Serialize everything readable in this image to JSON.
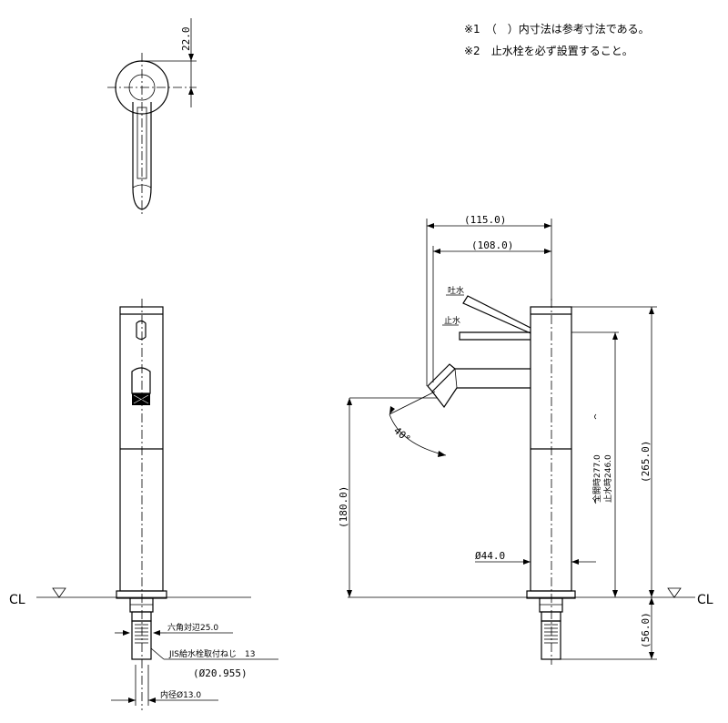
{
  "notes": [
    "※1　（　）内寸法は参考寸法である。",
    "※2　止水栓を必ず設置すること。"
  ],
  "top_view": {
    "dim": "22.0"
  },
  "front_view": {
    "cl_left": "CL",
    "hex": "六角対辺25.0",
    "thread": "JIS給水栓取付ねじ　13",
    "thread_dia": "(Ø20.955)",
    "inner_dia": "内径Ø13.0"
  },
  "side_view": {
    "dim_115": "(115.0)",
    "dim_108": "(108.0)",
    "label_open": "吐水",
    "label_close": "止水",
    "angle": "40°",
    "dim_180": "(180.0)",
    "dim_277": "全開時277.0",
    "dim_246": "止水時246.0",
    "dim_265": "(265.0)",
    "dim_44": "Ø44.0",
    "dim_56": "(56.0)",
    "cl_right": "CL"
  }
}
